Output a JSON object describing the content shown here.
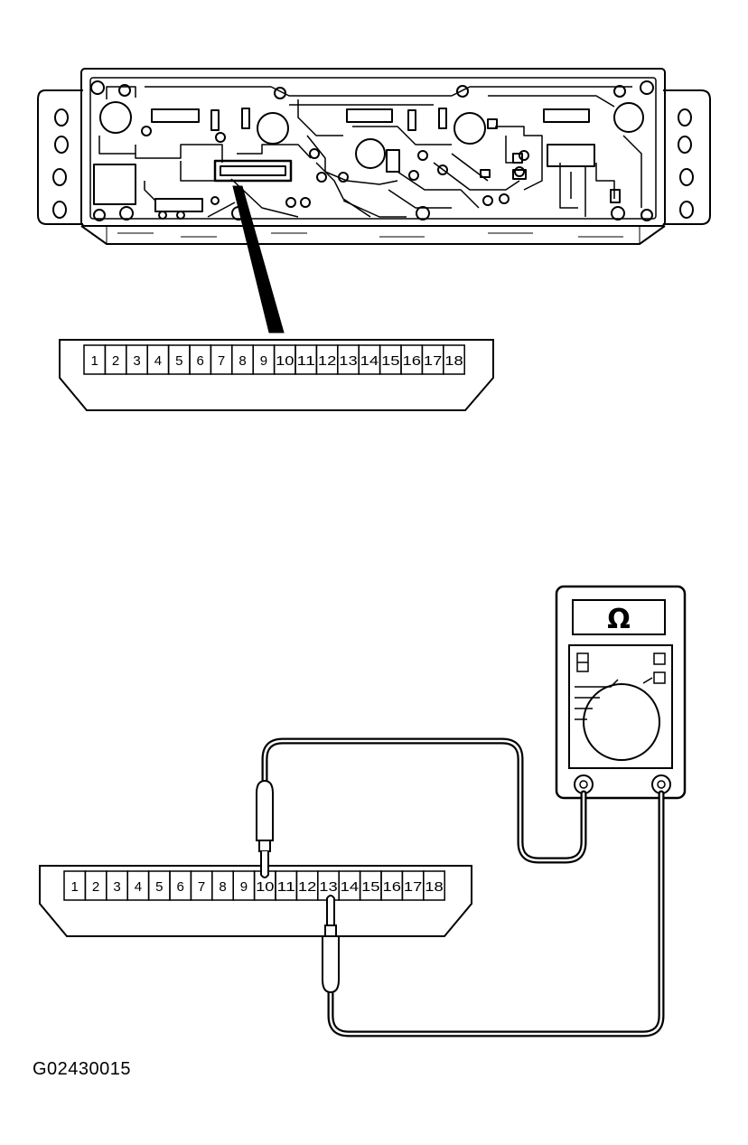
{
  "figure_id": "G02430015",
  "connector_pins": [
    "1",
    "2",
    "3",
    "4",
    "5",
    "6",
    "7",
    "8",
    "9",
    "10",
    "11",
    "12",
    "13",
    "14",
    "15",
    "16",
    "17",
    "18"
  ],
  "meter": {
    "symbol": "Ω",
    "symbol_name": "ohm-icon"
  },
  "probe_pins": {
    "positive": "10",
    "negative": "13"
  }
}
